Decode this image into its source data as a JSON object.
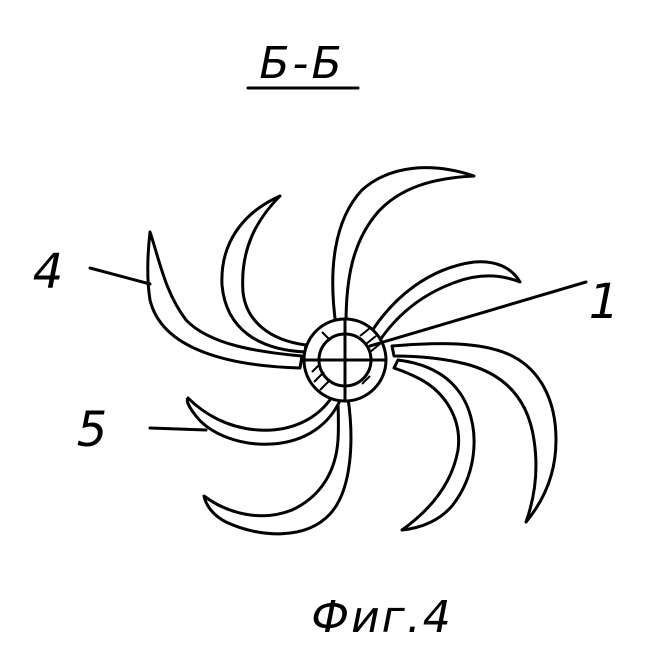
{
  "section_label": "Б-Б",
  "figure_caption": "Фиг.4",
  "callouts": [
    {
      "id": "label-1",
      "text": "1"
    },
    {
      "id": "label-4",
      "text": "4"
    },
    {
      "id": "label-5",
      "text": "5"
    }
  ],
  "colors": {
    "ink": "#000000",
    "paper": "#ffffff"
  }
}
